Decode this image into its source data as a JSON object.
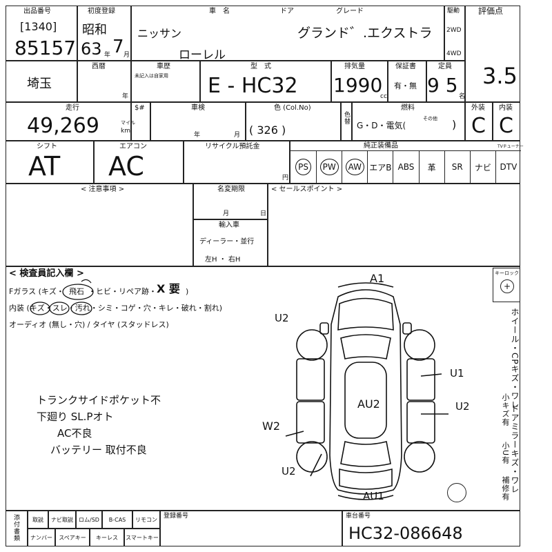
{
  "header": {
    "lot_label": "出品番号",
    "lot_code": "[1340]",
    "lot_number": "85157",
    "reg_label": "初度登録",
    "era": "昭和",
    "year": "63",
    "year_unit": "年",
    "month": "7",
    "month_unit": "月",
    "name_label": "車　名",
    "car_maker": "ニッサン",
    "car_model": "ローレル",
    "door_label": "ドア",
    "grade_label": "グレード",
    "grade": "グランド゛.エクストラ",
    "drive_label": "駆動",
    "drive_2wd": "2WD",
    "drive_4wd": "4WD",
    "score_label": "評価点",
    "score": "3.5"
  },
  "row2": {
    "region": "埼玉",
    "west_label": "西暦",
    "year_unit": "年",
    "history_label": "車歴",
    "history_note": "未記入は自家用",
    "type_label": "型　式",
    "type_value": "E - HC32",
    "displacement_label": "排気量",
    "displacement": "1990",
    "cc": "cc",
    "warranty_label": "保証書",
    "warranty_value": "有・無",
    "capacity_label": "定員",
    "capacity_value": "9 5",
    "capacity_unit": "名"
  },
  "row3": {
    "mileage_label": "走行",
    "mileage_value": "49,269",
    "mileage_unit_mile": "マイル",
    "mileage_unit_km": "km",
    "meter_label": "$#",
    "inspection_label": "車検",
    "inspection_year": "年",
    "inspection_month": "月",
    "color_label": "色 (Col.No)",
    "color_value": "( 326 )",
    "repaint_label": "色替",
    "fuel_label": "燃料",
    "fuel_options": "G・D・電気(",
    "fuel_other": "その他",
    "fuel_close": ")",
    "exterior_label": "外装",
    "exterior_value": "C",
    "interior_label": "内装",
    "interior_value": "C"
  },
  "row4": {
    "shift_label": "シフト",
    "shift_value": "AT",
    "aircon_label": "エアコン",
    "aircon_value": "AC",
    "recycle_label": "リサイクル預託金",
    "yen": "円",
    "equipment_label": "純正装備品",
    "tuner_label": "TVチューナー",
    "equipment": [
      "PS",
      "PW",
      "AW",
      "エアB",
      "ABS",
      "革",
      "SR",
      "ナビ",
      "DTV"
    ]
  },
  "notes": {
    "caution_label": "< 注意事項 >",
    "name_change_label": "名変期限",
    "month": "月",
    "day": "日",
    "import_label": "輸入車",
    "dealer": "ディーラー・並行",
    "handle": "左H ・ 右H",
    "sales_label": "< セールスポイント >"
  },
  "inspector": {
    "title": "< 検査員記入欄 >",
    "glass_line_prefix": "Fガラス (キズ・",
    "glass_stone": "飛石",
    "glass_line_rest": "・ヒビ・リペア跡・",
    "glass_x": "X 要",
    "glass_close": ")",
    "interior_line": "内装 (キズ・スレ・汚れ・シミ・コゲ・穴・キレ・破れ・割れ)",
    "audio_line": "オーディオ (無し・穴) / タイヤ (スタッドレス)",
    "handwritten": [
      "トランクサイドポケット不",
      "下廻り SL.Pオト",
      "AC不良",
      "バッテリー 取付不良"
    ]
  },
  "diagram_marks": {
    "top": "A1",
    "front_left": "U2",
    "right_door": "U1",
    "roof": "AU2",
    "right_rear": "U2",
    "left_rear": "W2",
    "left_bottom": "U2",
    "bottom": "AU1"
  },
  "side_panel": {
    "keylock_label": "キーロック",
    "wheel_text": "ホイール・CPキズ・ワレ",
    "scratch_text": "小キズ有",
    "mirror_text": "ドアミラーキズ・ワレ",
    "small_u": "小U有",
    "repair_text": "補修有"
  },
  "footer": {
    "attach_label": "添付書類",
    "items_row1": [
      "取説",
      "ナビ取説",
      "ロム/SD",
      "B-CAS",
      "リモコン"
    ],
    "items_row2": [
      "ナンバー",
      "スペアキー",
      "キーレス",
      "スマートキー"
    ],
    "reg_number_label": "登録番号",
    "chassis_label": "車台番号",
    "chassis_number": "HC32-086648"
  }
}
